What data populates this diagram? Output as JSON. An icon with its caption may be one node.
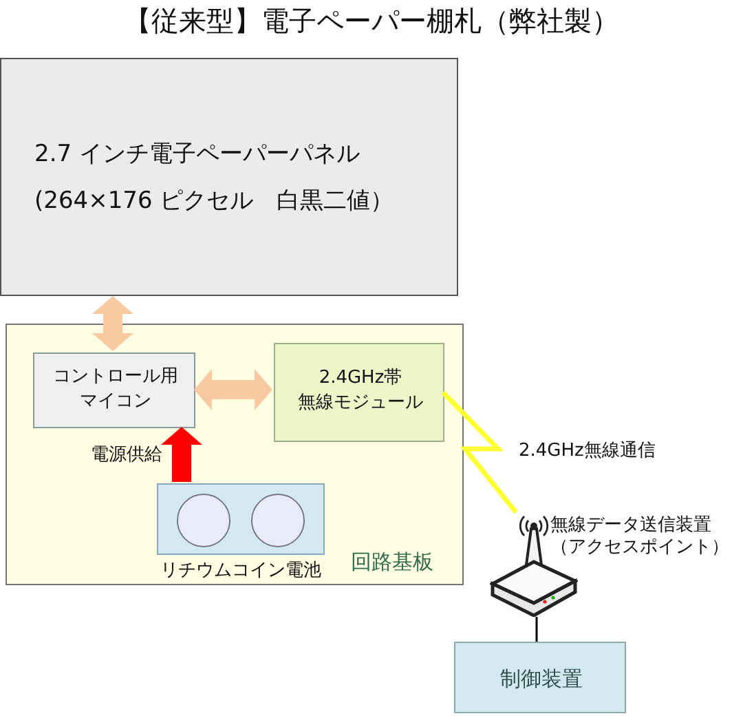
{
  "diagram": {
    "title": "【従来型】電子ペーパー棚札（弊社製）",
    "nodes": [
      {
        "text": [
          "2.7 インチ電子ペーパーパネル",
          "(264×176 ピクセル　白黒二値）"
        ]
      },
      {
        "text": [
          "回路基板"
        ]
      },
      {
        "text": [
          "コントロール用マイコン"
        ],
        "in": 1
      },
      {
        "text": [
          "2.4GHz帯無線モジュール"
        ],
        "in": 1
      },
      {
        "text": [
          "リチウムコイン電池"
        ],
        "in": 1
      },
      {
        "text": [],
        "shape": "picture",
        "beside": [
          "無線データ送信装置（アクセスポイント）"
        ]
      },
      {
        "text": [
          "制御装置"
        ]
      }
    ],
    "edges": [
      {
        "from": 0,
        "to": 2,
        "arrow": "both"
      },
      {
        "from": 2,
        "to": 3,
        "arrow": "both"
      },
      {
        "from": 4,
        "to": 2,
        "arrow": "to",
        "color": "#ff0000",
        "label": "電源供給"
      },
      {
        "from": 3,
        "to": 5,
        "arrow": "none",
        "color": "#ffff33",
        "label": "2.4GHz無線通信"
      },
      {
        "from": 5,
        "to": 6,
        "arrow": "none",
        "color": "#000000"
      }
    ]
  }
}
